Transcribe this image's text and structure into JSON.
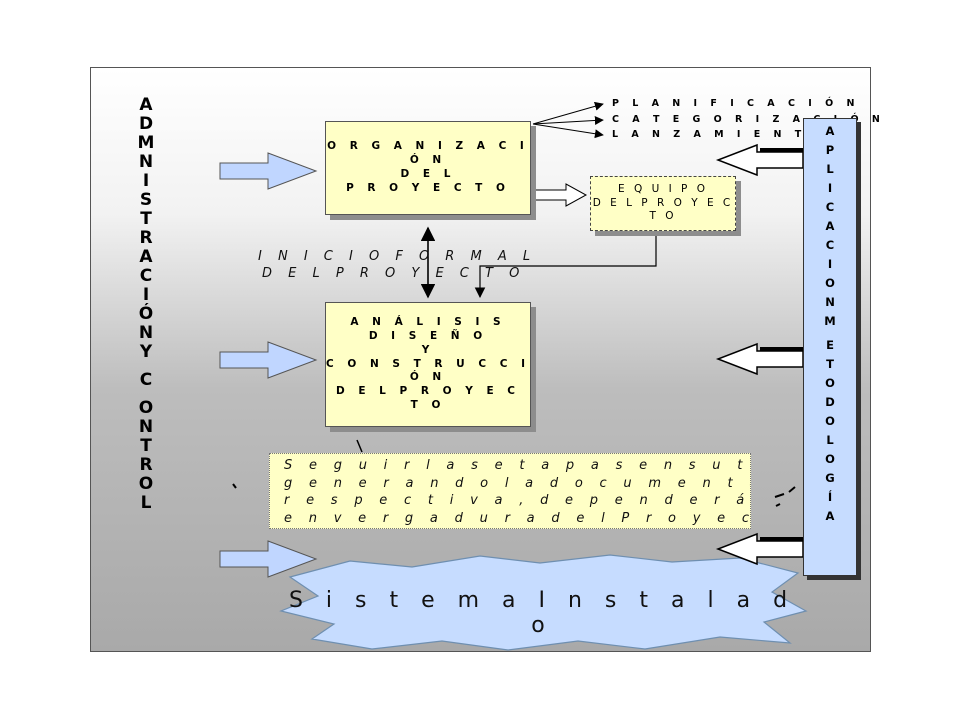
{
  "left_vertical_text": [
    "A",
    "D",
    "M",
    "N",
    "I",
    "S",
    "T",
    "R",
    "A",
    "C",
    "I",
    "Ó",
    "N",
    "Y",
    "C",
    "O",
    "N",
    "T",
    "R",
    "O",
    "L"
  ],
  "boxes": {
    "organizacion": [
      "O R G A N I Z A C I Ó N",
      "D E L",
      "P R O Y E C T O"
    ],
    "equipo": [
      "E Q U I P O",
      "D E L  P R O Y E C T O"
    ],
    "analisis": [
      "A N Á L I S I S",
      "D I S E Ñ O",
      "Y",
      "C O N S T R U C C I Ó N",
      "D E L  P R O Y E C T O"
    ]
  },
  "branch_items": [
    "P L A N I F I C A C I Ó N",
    "C A T E G O R I Z A C I Ó N",
    "L A N Z A M I E N T O ."
  ],
  "inicio_formal": [
    "I N I C I O   F O R M A L",
    "D E L   P R O Y E C T O"
  ],
  "note_lines": [
    "S e g u i r  l a s  e t a p a s  e n  s u  t o t a l i d a d ,",
    "g e n e r a n d o  l a  d o c u m e n t a c i ó n",
    "r e s p e c t i v a , d e p e n d e r á  d e  l a",
    "e n v e r g a d u r a  d e l  P r o y e c t o ."
  ],
  "right_vertical_text": [
    "A",
    "P",
    "L",
    "I",
    "C",
    "A",
    "C",
    "I",
    "O",
    "N",
    "M",
    "E",
    "T",
    "O",
    "D",
    "O",
    "L",
    "O",
    "G",
    "Í",
    "A"
  ],
  "system_label": "S i s t e m a  I n s t a l a d o",
  "colors": {
    "box_fill": "#ffffc6",
    "arrow_fill": "#c0d6ff",
    "star_fill": "#c6dcff",
    "shadow": "#8d8d8d"
  }
}
